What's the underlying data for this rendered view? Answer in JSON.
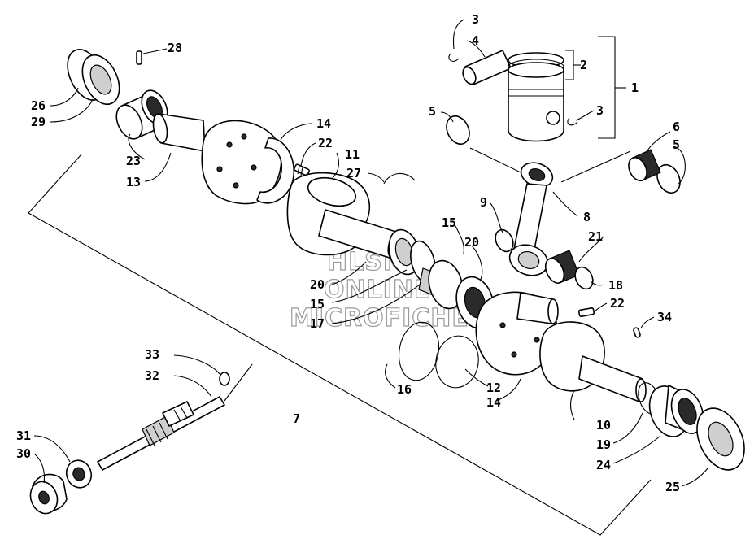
{
  "watermark": {
    "line1": "HLSM'S",
    "line2": "ONLINE",
    "line3": "MICROFICHE"
  },
  "callouts": [
    {
      "id": "c28",
      "text": "28"
    },
    {
      "id": "c26",
      "text": "26"
    },
    {
      "id": "c29",
      "text": "29"
    },
    {
      "id": "c23",
      "text": "23"
    },
    {
      "id": "c13",
      "text": "13"
    },
    {
      "id": "c14a",
      "text": "14"
    },
    {
      "id": "c22a",
      "text": "22"
    },
    {
      "id": "c11",
      "text": "11"
    },
    {
      "id": "c27",
      "text": "27"
    },
    {
      "id": "c3a",
      "text": "3"
    },
    {
      "id": "c4",
      "text": "4"
    },
    {
      "id": "c2",
      "text": "2"
    },
    {
      "id": "c1",
      "text": "1"
    },
    {
      "id": "c3b",
      "text": "3"
    },
    {
      "id": "c5a",
      "text": "5"
    },
    {
      "id": "c6",
      "text": "6"
    },
    {
      "id": "c5b",
      "text": "5"
    },
    {
      "id": "c9",
      "text": "9"
    },
    {
      "id": "c8",
      "text": "8"
    },
    {
      "id": "c15a",
      "text": "15"
    },
    {
      "id": "c20a",
      "text": "20"
    },
    {
      "id": "c21",
      "text": "21"
    },
    {
      "id": "c18",
      "text": "18"
    },
    {
      "id": "c20b",
      "text": "20"
    },
    {
      "id": "c15b",
      "text": "15"
    },
    {
      "id": "c17",
      "text": "17"
    },
    {
      "id": "c22b",
      "text": "22"
    },
    {
      "id": "c34",
      "text": "34"
    },
    {
      "id": "c33",
      "text": "33"
    },
    {
      "id": "c32",
      "text": "32"
    },
    {
      "id": "c16",
      "text": "16"
    },
    {
      "id": "c12",
      "text": "12"
    },
    {
      "id": "c14b",
      "text": "14"
    },
    {
      "id": "c7",
      "text": "7"
    },
    {
      "id": "c10",
      "text": "10"
    },
    {
      "id": "c19",
      "text": "19"
    },
    {
      "id": "c24",
      "text": "24"
    },
    {
      "id": "c25",
      "text": "25"
    },
    {
      "id": "c31",
      "text": "31"
    },
    {
      "id": "c30",
      "text": "30"
    }
  ]
}
